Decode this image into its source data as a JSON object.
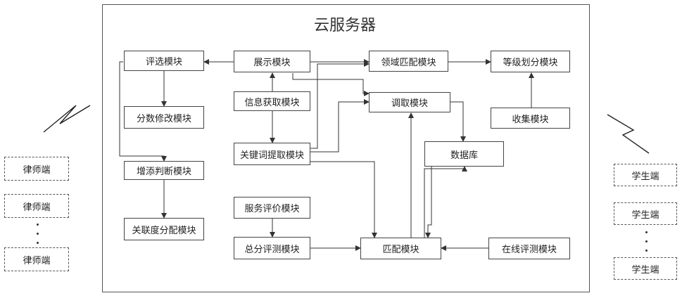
{
  "title": "云服务器",
  "modules": {
    "pingxuan": "评选模块",
    "zhanshi": "展示模块",
    "lingyu": "领域匹配模块",
    "dengji": "等级划分模块",
    "fenshu": "分数修改模块",
    "xinxi": "信息获取模块",
    "diaoqu": "调取模块",
    "shouji": "收集模块",
    "guanjianci": "关键词提取模块",
    "shujuku": "数据库",
    "zengtian": "增添判断模块",
    "fuwu": "服务评价模块",
    "guanliandu": "关联度分配模块",
    "zongfen": "总分评测模块",
    "pipei": "匹配模块",
    "zaixian": "在线评测模块"
  },
  "lawyers": [
    "律师端",
    "律师端",
    "律师端"
  ],
  "students": [
    "学生端",
    "学生端",
    "学生端"
  ]
}
